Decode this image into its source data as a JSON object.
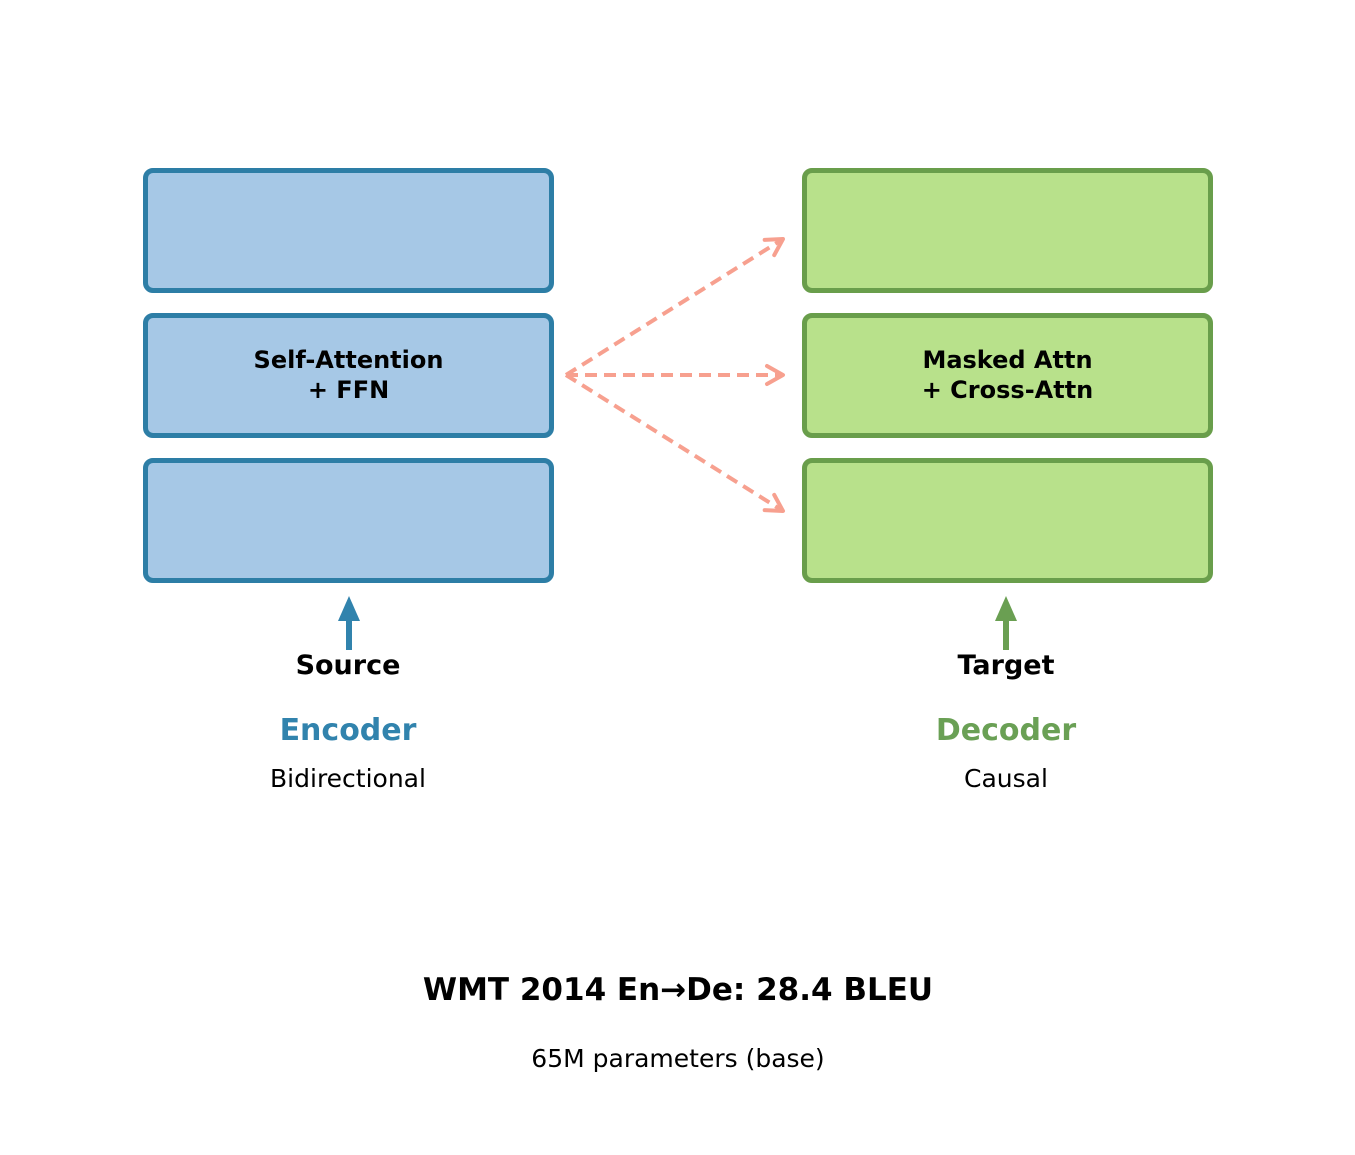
{
  "diagram": {
    "encoder": {
      "box_label_line1": "Self-Attention",
      "box_label_line2": "+ FFN",
      "input_label": "Source",
      "name": "Encoder",
      "subtitle": "Bidirectional"
    },
    "decoder": {
      "box_label_line1": "Masked Attn",
      "box_label_line2": "+ Cross-Attn",
      "input_label": "Target",
      "name": "Decoder",
      "subtitle": "Causal"
    },
    "caption": {
      "title": "WMT 2014 En→De: 28.4 BLEU",
      "subtitle": "65M parameters (base)"
    },
    "colors": {
      "encoder_fill": "#a6c8e6",
      "encoder_border": "#2d7ea6",
      "encoder_accent": "#3183ad",
      "decoder_fill": "#b8e18b",
      "decoder_border": "#699e4b",
      "decoder_accent": "#6aa055",
      "cross_attention_arrow": "#f7a08f",
      "label_text": "#000000",
      "background": "#ffffff"
    }
  }
}
